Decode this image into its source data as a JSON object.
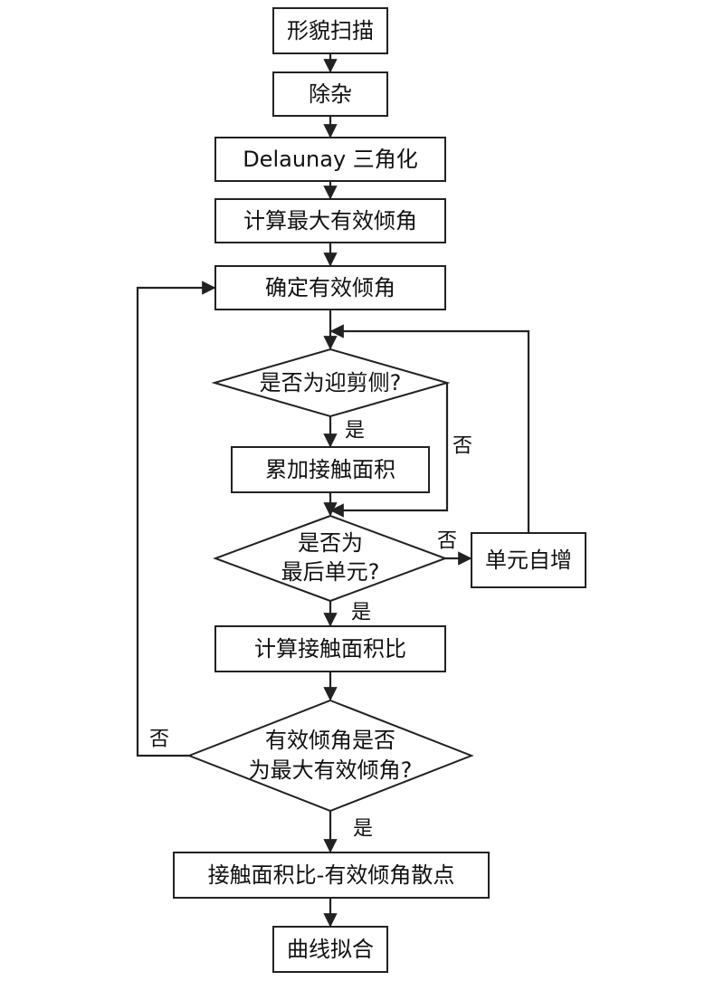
{
  "flowchart": {
    "steps": {
      "scan": "形貌扫描",
      "denoise": "除杂",
      "delaunay": "Delaunay 三角化",
      "max_angle": "计算最大有效倾角",
      "set_angle": "确定有效倾角",
      "accumulate": "累加接触面积",
      "unit_inc": "单元自增",
      "area_ratio": "计算接触面积比",
      "scatter": "接触面积比-有效倾角散点",
      "fit": "曲线拟合"
    },
    "decisions": {
      "leading_side": "是否为迎剪侧?",
      "last_unit_line1": "是否为",
      "last_unit_line2": "最后单元?",
      "max_line1": "有效倾角是否",
      "max_line2": "为最大有效倾角?"
    },
    "edge_labels": {
      "yes": "是",
      "no": "否"
    }
  }
}
